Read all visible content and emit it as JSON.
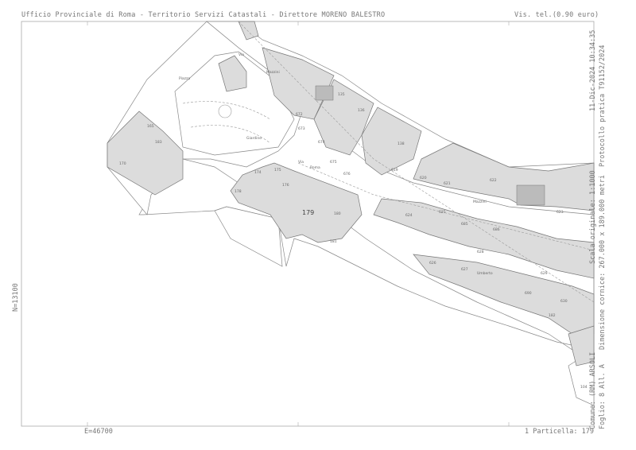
{
  "header": {
    "office": "Ufficio Provinciale di Roma - Territorio Servizi Catastali - Direttore MORENO BALESTRO",
    "visura": "Vis. tel.(0.90 euro)"
  },
  "side": {
    "date": "11-Dic-2024 10:34:35",
    "scale": "Scala originale: 1:1000",
    "frame": "Dimensione cornice: 267.000 x 189.000 metri",
    "protocol": "Protocollo pratica T91152/2024",
    "comune": "Comune: (RM) ARSOLI",
    "foglio": "Foglio: 8 All. A"
  },
  "coords": {
    "north": "N=13100",
    "east": "E=46700"
  },
  "footer": {
    "particella": "1 Particella: 179"
  },
  "map": {
    "streets": [
      "Via",
      "Roma",
      "Mazzini",
      "Via",
      "Umberto",
      "Giardino",
      "Piazza",
      "Mazzini"
    ],
    "parcels": [
      "179",
      "174",
      "175",
      "176",
      "178",
      "180",
      "181",
      "183",
      "165",
      "170",
      "672",
      "673",
      "674",
      "675",
      "676",
      "619",
      "620",
      "621",
      "135",
      "136",
      "138",
      "622",
      "623",
      "624",
      "625",
      "626",
      "627",
      "628",
      "629",
      "630",
      "685",
      "686",
      "690",
      "182",
      "104"
    ]
  }
}
